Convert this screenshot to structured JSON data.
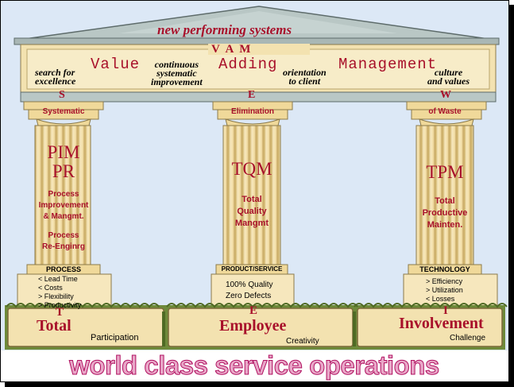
{
  "roof": {
    "title": "new performing systems"
  },
  "band": {
    "acronym": "V A M",
    "words": [
      "Value",
      "Adding",
      "Management"
    ],
    "phrases": {
      "search": [
        "search for",
        "excellence"
      ],
      "improve": [
        "continuous",
        "systematic",
        "improvement"
      ],
      "client": [
        "orientation",
        "to client"
      ],
      "culture": [
        "culture",
        "and values"
      ]
    }
  },
  "sew": {
    "letters": [
      "S",
      "E",
      "W"
    ],
    "captions": [
      "Systematic",
      "Elimination",
      "of Waste"
    ]
  },
  "pillars": [
    {
      "title_lines": [
        "PIM",
        "PR"
      ],
      "body_lines": [
        "Process",
        "Improvement",
        "& Mangmt."
      ],
      "extra_lines": [
        "Process",
        "Re-Enginrg"
      ],
      "base_header": "PROCESS",
      "base_lines": [
        "< Lead Time",
        "< Costs",
        "> Flexibility",
        "> Productivity"
      ]
    },
    {
      "title_lines": [
        "TQM"
      ],
      "body_lines": [
        "Total",
        "Quality",
        "Mangmt"
      ],
      "extra_lines": [],
      "base_header": "PRODUCT/SERVICE",
      "base_lines": [
        "100% Quality",
        "Zero Defects"
      ]
    },
    {
      "title_lines": [
        "TPM"
      ],
      "body_lines": [
        "Total",
        "Productive",
        "Mainten."
      ],
      "extra_lines": [],
      "base_header": "TECHNOLOGY",
      "base_lines": [
        "> Efficiency",
        "> Utilization",
        "< Losses"
      ]
    }
  ],
  "tei": {
    "letters": [
      "T",
      "E",
      "I"
    ],
    "words": [
      "Total",
      "Employee",
      "Involvement"
    ],
    "subs": [
      "Participation",
      "Creativity",
      "Challenge"
    ]
  },
  "footer": "world class service operations",
  "colors": {
    "accent_red": "#a8102a",
    "sky": "#dce8f6",
    "stone": "#f3e2b0",
    "roof": "#b9c7c5",
    "grass": "#6e8a3a",
    "footer": "#e9a7c8"
  }
}
